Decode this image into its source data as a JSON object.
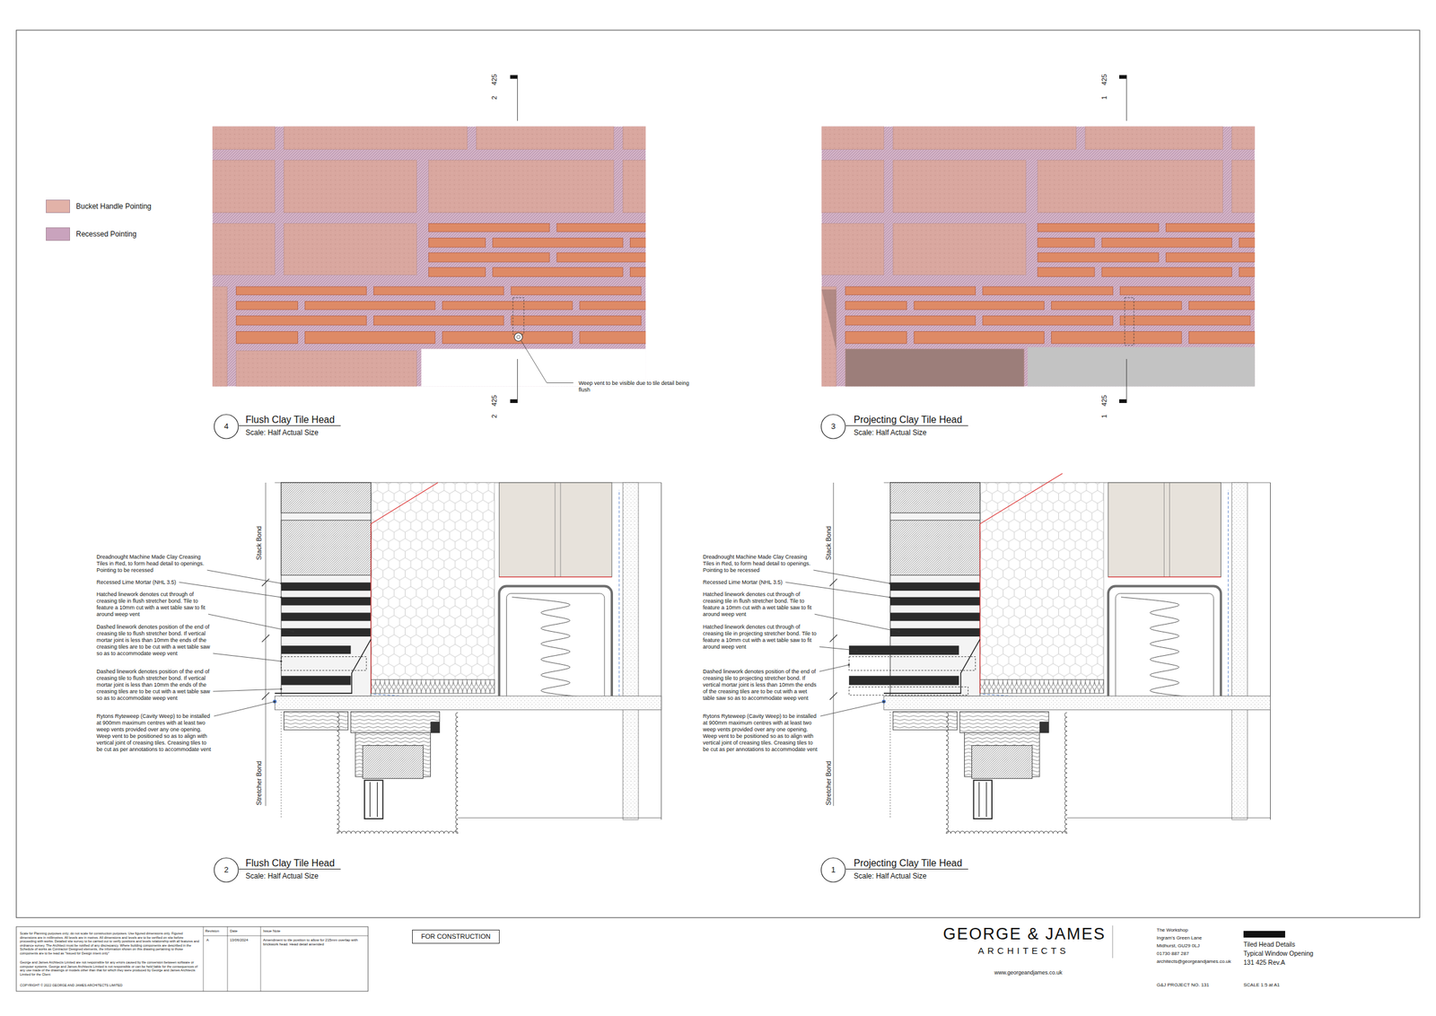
{
  "diagram": {
    "nodes": [
      {
        "text": [
          "4"
        ]
      },
      {
        "text": [
          "3"
        ]
      },
      {
        "text": [
          "2"
        ]
      },
      {
        "text": [
          "1"
        ]
      },
      {
        "text": [
          "FOR CONSTRUCTION"
        ]
      }
    ],
    "labels": [
      "425",
      "2",
      "425",
      "2",
      "425",
      "1",
      "425",
      "1",
      "Weep vent to be visible due to tile detail being flush",
      "Flush Clay Tile Head",
      "Scale: Half Actual Size",
      "Projecting Clay Tile Head",
      "Scale: Half Actual Size",
      "Stack Bond",
      "Stretcher Bond",
      "Dreadnought Machine Made Clay Creasing Tiles in Red, to form head detail to openings. Pointing to be recessed",
      "Recessed Lime Mortar (NHL 3.5)",
      "Hatched linework denotes cut through of creasing tile in flush stretcher bond. Tile to feature a 10mm cut with a wet table saw to fit around weep vent",
      "Dashed linework denotes position of the end of creasing tile to flush stretcher bond. If vertical mortar joint is less than 10mm the ends of the creasing tiles are to be cut with a wet table saw so as to accommodate weep vent",
      "Dashed linework denotes position of the end of creasing tile to flush stretcher bond. If vertical mortar joint is less than 10mm the ends of the creasing tiles are to be cut with a wet table saw so as to accommodate weep vent",
      "Rytons Ryteweep (Cavity Weep) to be installed at 900mm maximum centres with at least two weep vents provided over any one opening. Weep vent to be positioned so as to align with vertical joint of creasing tiles. Creasing tiles to be cut as per annotations to accommodate vent",
      "Flush Clay Tile Head",
      "Scale: Half Actual Size",
      "Stack Bond",
      "Stretcher Bond",
      "Dreadnought Machine Made Clay Creasing Tiles in Red, to form head detail to openings. Pointing to be recessed",
      "Recessed Lime Mortar (NHL 3.5)",
      "Hatched linework denotes cut through of creasing tile in flush stretcher bond. Tile to feature a 10mm cut with a wet table saw to fit around weep vent",
      "Hatched linework denotes cut through of creasing tile in projecting stretcher bond. Tile to feature a 10mm cut with a wet table saw to fit around weep vent",
      "Dashed linework denotes position of the end of creasing tile to projecting stretcher bond. If vertical mortar joint is less than 10mm the ends of the creasing tiles are to be cut with a wet table saw so as to accommodate weep vent",
      "Rytons Ryteweep (Cavity Weep) to be installed at 900mm maximum centres with at least two weep vents provided over any one opening. Weep vent to be positioned so as to align with vertical joint of creasing tiles. Creasing tiles to be cut as per annotations to accommodate vent",
      "Projecting Clay Tile Head",
      "Scale: Half Actual Size",
      "Scale for Planning purposes only; do not scale for construction purposes. Use figured dimensions only. Figured dimensions are in millimetres. All levels are in metres. All dimensions and levels are to be verified on site before proceeding with works. Detailed site survey to be carried out to verify positions and levels relationship with all features and ordnance survey. The Architect must be notified of any discrepancy. Where building components are described in the Schedule of works as Contractor Designed elements, the information shown on this drawing pertaining to those components are to be read as \"Issued for Design intent only\"",
      "George and James Architects Limited are not responsible for any errors caused by file conversion between software or computer systems. George and James Architects Limited is not responsible or can be held liable for the consequences of any use made of the drawings or models other than that for which they were produced by George and James Architects Limited for the Client",
      "COPYRIGHT © 2022 GEORGE AND JAMES ARCHITECTS LIMITED",
      "Revision",
      "Date",
      "Issue Note",
      "A",
      "13/06/2024",
      "Amendment to tile position to allow for 215mm overlap with brickwork head. Head detail amended",
      "GEORGE & JAMES",
      "ARCHITECTS",
      "www.georgeandjames.co.uk",
      "The Workshop",
      "Ingram's Green Lane",
      "Midhurst, GU29 0LJ",
      "01730 887 287",
      "architects@georgeandjames.co.uk",
      "Tiled Head Details",
      "Typical Window Opening",
      "131 425 Rev.A",
      "G&J PROJECT NO. 131",
      "SCALE 1:5 at A1"
    ],
    "legend": [
      {
        "text": "Bucket Handle Pointing",
        "color": "#e2b2a8"
      },
      {
        "text": "Recessed Pointing",
        "color": "#c9a3bd"
      }
    ]
  }
}
